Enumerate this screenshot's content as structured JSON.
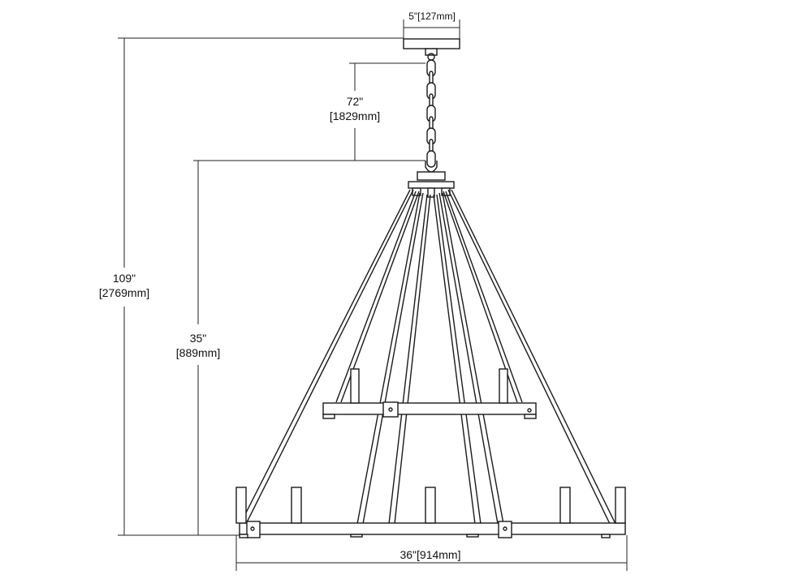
{
  "dimensions": {
    "canopy_width": "5\"[127mm]",
    "chain_length": {
      "imperial": "72\"",
      "metric": "[1829mm]"
    },
    "overall_height": {
      "imperial": "109\"",
      "metric": "[2769mm]"
    },
    "body_height": {
      "imperial": "35\"",
      "metric": "[889mm]"
    },
    "overall_width": "36\"[914mm]"
  }
}
